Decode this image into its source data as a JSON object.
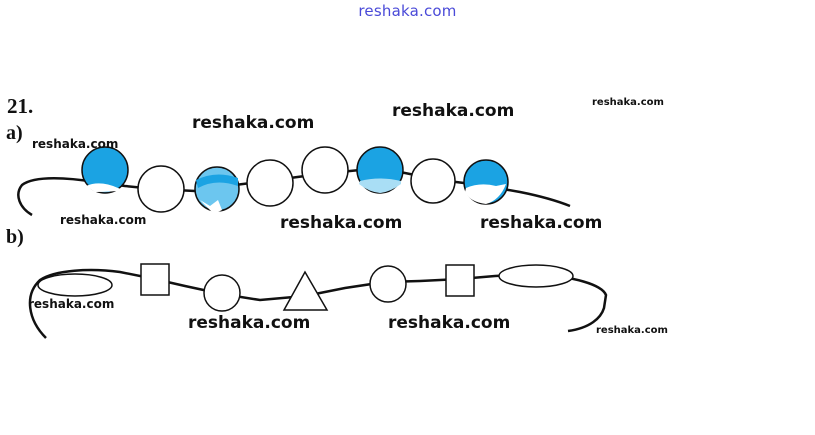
{
  "header": {
    "site": "reshaka.com"
  },
  "task": {
    "number": "21."
  },
  "parts": {
    "a": "a)",
    "b": "b)"
  },
  "watermark": "reshaka.com",
  "colors": {
    "bead_blue": "#1ba3e3",
    "bead_light_blue": "#6cc6ef",
    "thread": "#111111",
    "header_link": "#4a4ad8"
  },
  "necklace_a": {
    "beads": [
      "blue",
      "white",
      "blue",
      "white",
      "white",
      "blue",
      "white",
      "blue"
    ]
  },
  "necklace_b": {
    "shapes": [
      "ellipse",
      "square",
      "circle",
      "triangle",
      "circle",
      "square",
      "ellipse"
    ]
  }
}
